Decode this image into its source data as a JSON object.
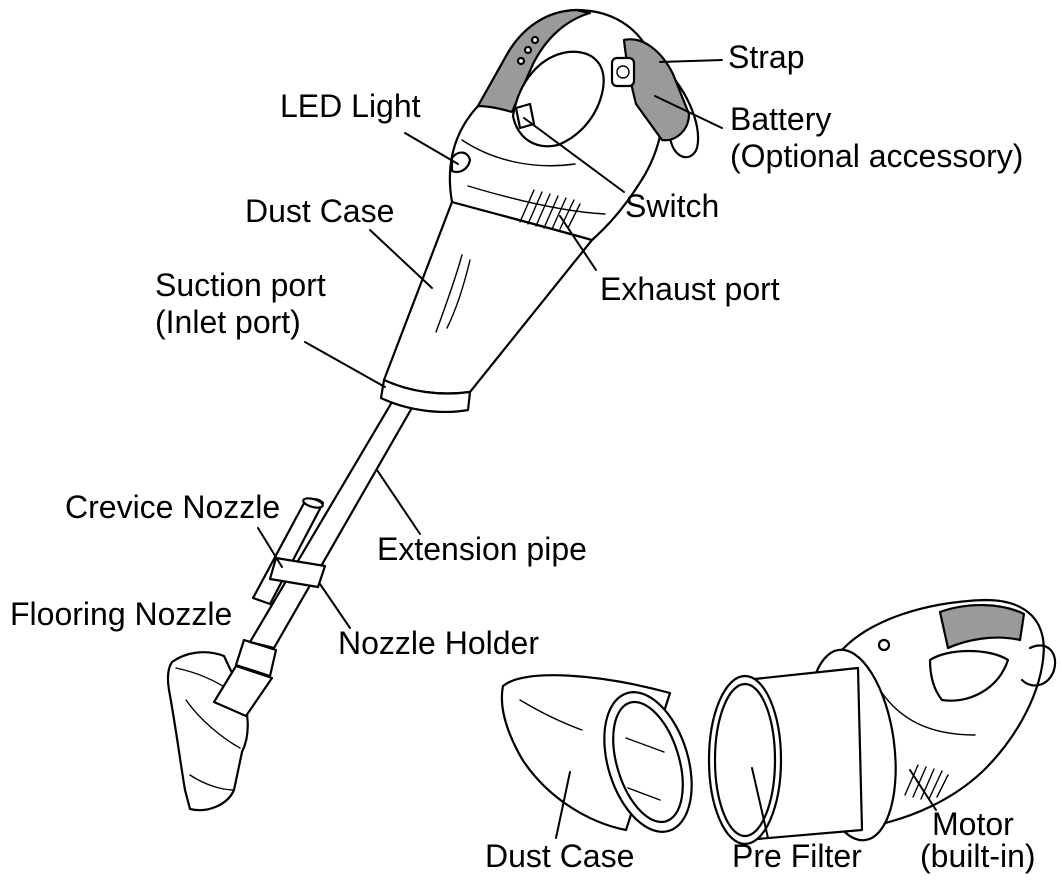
{
  "labels": {
    "strap": "Strap",
    "led_light": "LED Light",
    "battery": "Battery",
    "battery_note": "(Optional accessory)",
    "switch": "Switch",
    "dust_case": "Dust Case",
    "suction_port": "Suction port",
    "suction_port_note": "(Inlet port)",
    "exhaust_port": "Exhaust port",
    "crevice_nozzle": "Crevice Nozzle",
    "extension_pipe": "Extension pipe",
    "flooring_nozzle": "Flooring Nozzle",
    "nozzle_holder": "Nozzle Holder",
    "dust_case_detached": "Dust Case",
    "pre_filter": "Pre Filter",
    "motor": "Motor",
    "motor_note": "(built-in)"
  },
  "colors": {
    "line": "#000000",
    "accent_gray": "#9a9a9a",
    "background": "#ffffff"
  }
}
